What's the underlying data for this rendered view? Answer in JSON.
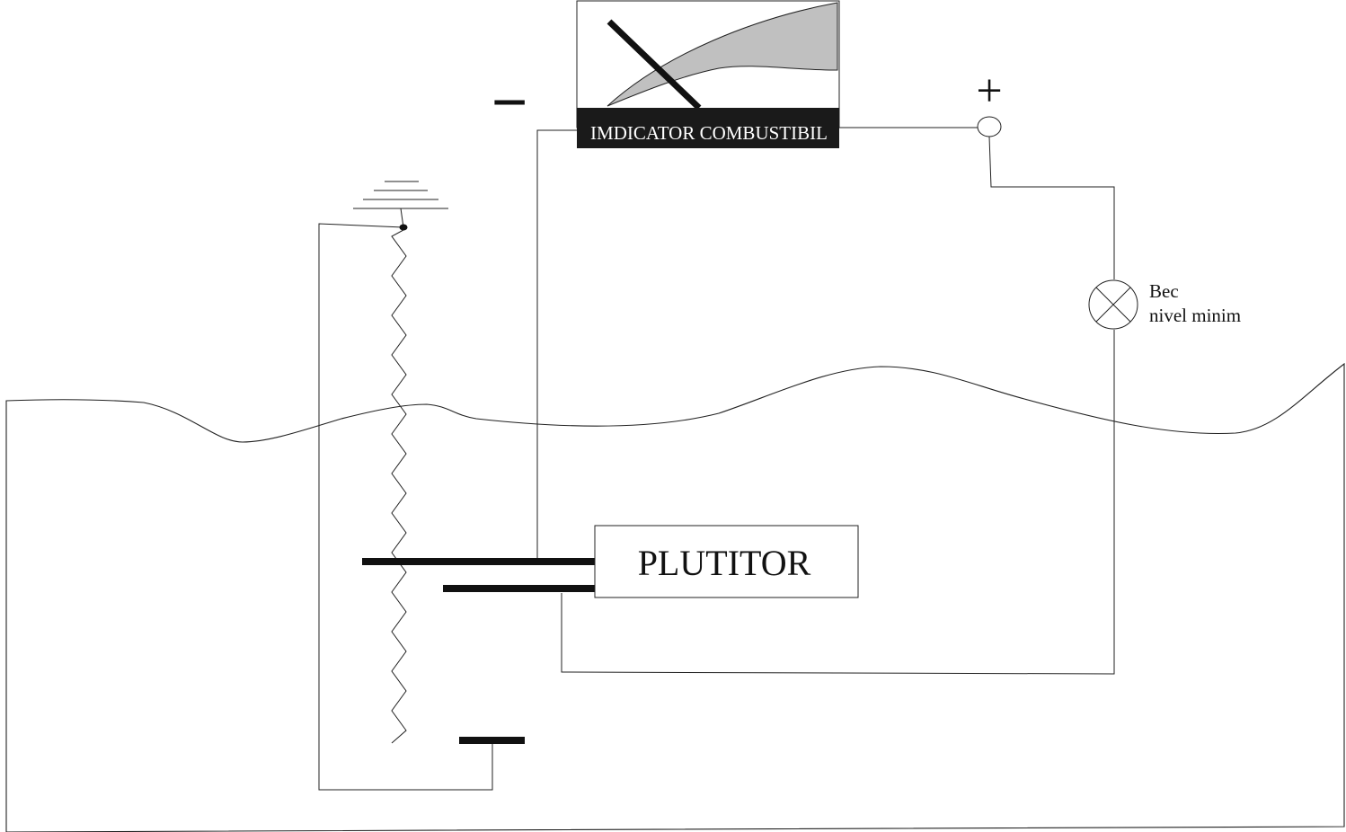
{
  "gauge": {
    "label": "IMDICATOR COMBUSTIBIL",
    "band_color": "#c0c0c0",
    "label_bg": "#1a1a1a",
    "label_fg": "#ffffff"
  },
  "terminals": {
    "minus_symbol": "−",
    "plus_symbol": "+"
  },
  "lamp": {
    "label_line1": "Bec",
    "label_line2": "nivel minim"
  },
  "float": {
    "label": "PLUTITOR"
  },
  "colors": {
    "line": "#222222",
    "heavy": "#111111"
  }
}
